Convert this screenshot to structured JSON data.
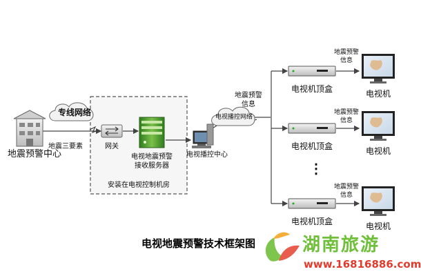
{
  "diagram": {
    "title": "电视地震预警技术框架图",
    "nodes": {
      "center": "地震预警中心",
      "gateway": "网关",
      "server": "电视地震预警接收服务器",
      "broadcast": "电视播控中心",
      "stb": "电视机顶盒",
      "tv": "电视机"
    },
    "clouds": {
      "private_net": "专线网络",
      "tv_net": "电视播控网络"
    },
    "edges": {
      "three_elements": "地震三要素",
      "warning_info": "地震预警信息"
    },
    "room_caption": "安装在电视控制机房",
    "ellipsis": "⋮"
  },
  "colors": {
    "accent_green": "#3f9a2a",
    "line": "#444444",
    "dash": "#555555",
    "room_fill": "#f6f6f6"
  },
  "watermark": {
    "brand": "湖南旅游",
    "url": "www.16816886.com"
  }
}
